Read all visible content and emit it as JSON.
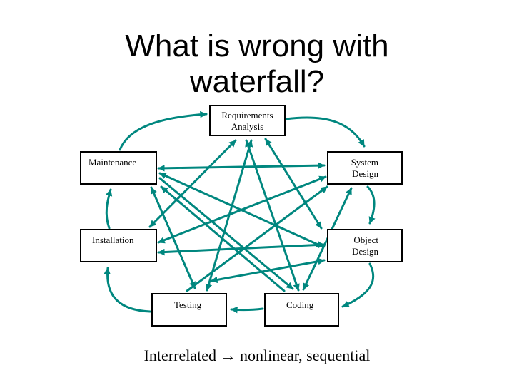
{
  "title": {
    "line1": "What is wrong with",
    "line2": "waterfall?"
  },
  "stages": {
    "requirements": {
      "line1": "Requirements",
      "line2": "Analysis"
    },
    "maintenance": {
      "line1": "Maintenance"
    },
    "system_design": {
      "line1": "System",
      "line2": "Design"
    },
    "installation": {
      "line1": "Installation"
    },
    "object_design": {
      "line1": "Object",
      "line2": "Design"
    },
    "testing": {
      "line1": "Testing"
    },
    "coding": {
      "line1": "Coding"
    }
  },
  "caption": {
    "left": "Interrelated",
    "arrow": "→",
    "right": "nonlinear, sequential"
  },
  "colors": {
    "arrow": "#00877f",
    "box_border": "#000000",
    "text": "#000000"
  }
}
